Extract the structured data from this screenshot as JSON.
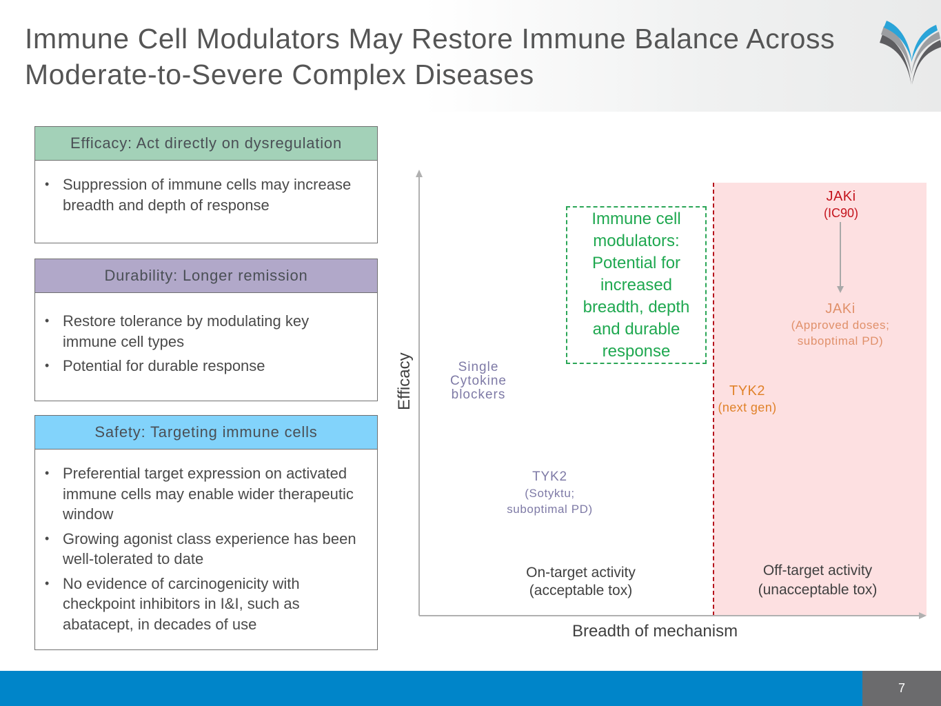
{
  "slide": {
    "title": "Immune Cell Modulators May Restore Immune Balance Across Moderate-to-Severe Complex Diseases",
    "page_number": "7",
    "logo_icon": "v-wing-logo-icon"
  },
  "panels": [
    {
      "header": "Efficacy: Act directly on dysregulation",
      "header_color": "#a3d1b8",
      "bullets": [
        "Suppression of immune cells may increase breadth and depth of response"
      ]
    },
    {
      "header": "Durability: Longer remission",
      "header_color": "#b1a8c9",
      "bullets": [
        "Restore tolerance by modulating key immune cell types",
        "Potential for durable response"
      ]
    },
    {
      "header": "Safety: Targeting immune cells",
      "header_color": "#82d3fb",
      "bullets": [
        "Preferential target expression on activated immune cells may enable wider therapeutic window",
        "Growing agonist class experience has been well-tolerated to date",
        "No evidence of carcinogenicity with checkpoint inhibitors in I&I, such as abatacept, in decades of use"
      ]
    }
  ],
  "diagram": {
    "y_axis_label": "Efficacy",
    "x_axis_label": "Breadth of mechanism",
    "highlight_box": "Immune cell modulators: Potential for increased breadth, depth and durable response",
    "zones": {
      "on_target": {
        "line1": "On-target activity",
        "line2": "(acceptable tox)"
      },
      "off_target": {
        "line1": "Off-target activity",
        "line2": "(unacceptable tox)",
        "color": "#fde0e1"
      }
    },
    "items": {
      "single_cytokine": {
        "line1": "Single",
        "line2": "Cytokine",
        "line3": "blockers",
        "color": "#7e7aa6"
      },
      "tyk2_sotyktu": {
        "name": "TYK2",
        "sub1": "(Sotyktu;",
        "sub2": "suboptimal PD)",
        "color": "#7e7aa6"
      },
      "tyk2_next": {
        "name": "TYK2",
        "sub": "(next gen)",
        "color": "#e0822a"
      },
      "jaki_ic90": {
        "name": "JAKi",
        "sub": "(IC90)",
        "color": "#c4131c"
      },
      "jaki_approved": {
        "name": "JAKi",
        "sub1": "(Approved doses;",
        "sub2": "suboptimal PD)",
        "color": "#e0906a"
      }
    }
  }
}
